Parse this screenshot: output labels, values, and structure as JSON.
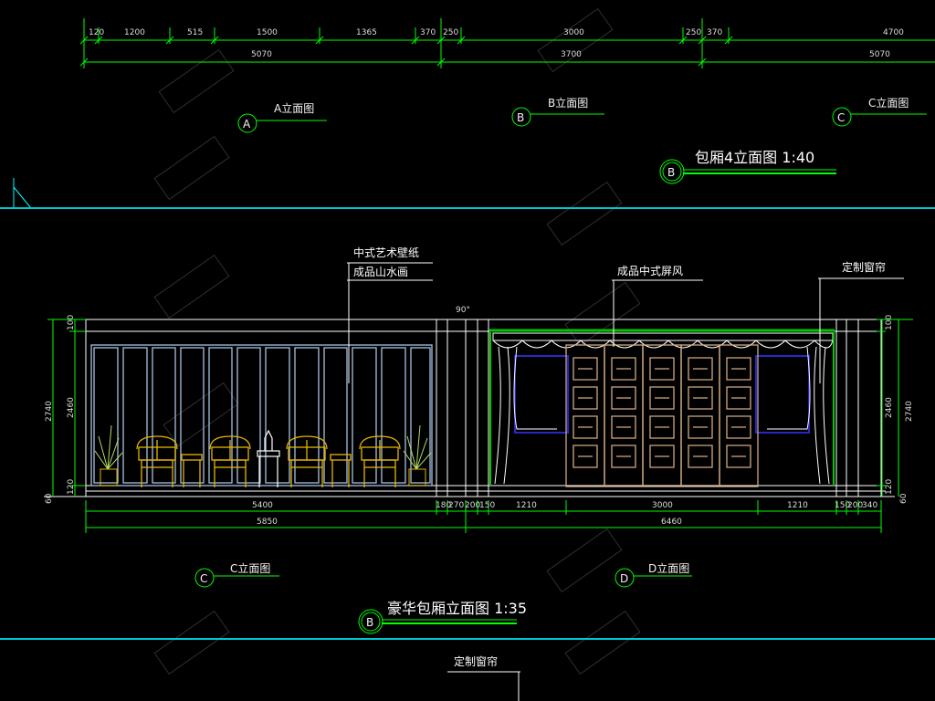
{
  "top_dims": {
    "row1": [
      "120",
      "1200",
      "515",
      "1500",
      "1365",
      "370",
      "250",
      "3000",
      "250",
      "370",
      "4700"
    ],
    "row2": [
      "5070",
      "3700",
      "5070"
    ]
  },
  "section_labels": {
    "a": {
      "bubble": "A",
      "text": "A立面图"
    },
    "b": {
      "bubble": "B",
      "text": "B立面图"
    },
    "c": {
      "bubble": "C",
      "text": "C立面图"
    }
  },
  "title_1": {
    "bubble": "B",
    "text": "包厢4立面图 1:40"
  },
  "annotations": {
    "wallpaper_line1": "中式艺术壁纸",
    "wallpaper_line2": "成品山水画",
    "screen": "成品中式屏风",
    "curtain": "定制窗帘",
    "angle": "90°"
  },
  "bottom_dims": {
    "row1": [
      "5400",
      "180",
      "270",
      "200",
      "150",
      "1210",
      "3000",
      "1210",
      "150",
      "200",
      "340"
    ],
    "row2": [
      "5850",
      "6460"
    ]
  },
  "vertical_dims": {
    "left_outer": "2740",
    "left_inner": [
      "100",
      "2460",
      "120",
      "60"
    ],
    "right_inner": [
      "100",
      "2460",
      "120",
      "60"
    ],
    "right_outer": "2740"
  },
  "lower_labels": {
    "c": {
      "bubble": "C",
      "text": "C立面图"
    },
    "d": {
      "bubble": "D",
      "text": "D立面图"
    }
  },
  "title_2": {
    "bubble": "B",
    "text": "豪华包厢立面图 1:35"
  },
  "bottom_label": "定制窗帘",
  "colors": {
    "green": "#00ff00",
    "cyan": "#00ffff",
    "teal_line": "#00c8d2",
    "white": "#ffffff",
    "yellow_furniture": "#e6b400",
    "panel_blue": "#9bb4d2",
    "curtain_blue": "#2828c8",
    "screen_tan": "#d2aa82",
    "plant_green": "#b4dc64",
    "accent_green": "#00c800"
  }
}
